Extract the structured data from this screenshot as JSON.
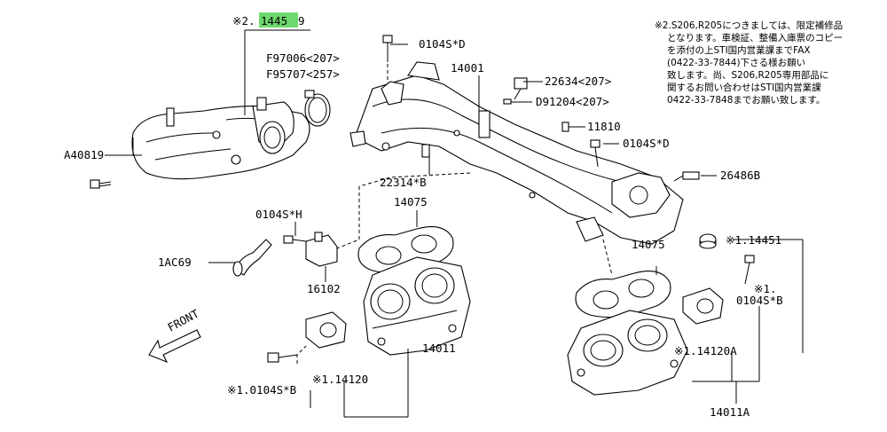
{
  "diagram": {
    "highlight_color": "#6dd86d",
    "note_lines": [
      "※2.S206,R205につきましては、限定補修品",
      "となります。車検証、整備入庫票のコピー",
      "を添付の上STI国内営業課までFAX",
      "(0422-33-7844)下さる様お願い",
      "致します。尚、S206,R205専用部品に",
      "関するお問い合わせはSTI国内営業課",
      "0422-33-7848までお願い致します。"
    ],
    "labels": {
      "p14459_prefix": "※2.",
      "p14459_highlight": "1445",
      "p14459_suffix": "9",
      "f97006": "F97006<207>",
      "f95707": "F95707<257>",
      "a40819": "A40819",
      "bolt_top": "0104S*D",
      "p14001": "14001",
      "p22634": "22634<207>",
      "d91204": "D91204<207>",
      "p11810": "11810",
      "bolt_mid": "0104S*D",
      "p26486": "26486B",
      "p22314": "22314*B",
      "p14075_left": "14075",
      "bolt_h": "0104S*H",
      "p1ac69": "1AC69",
      "p16102": "16102",
      "p14011": "14011",
      "p14120": "※1.14120",
      "bolt_b_left": "※1.0104S*B",
      "p14451": "※1.14451",
      "p14075_right": "14075",
      "star1": "※1.",
      "bolt_b_right": "0104S*B",
      "p14120a": "※1.14120A",
      "p14011a": "14011A",
      "front": "FRONT"
    }
  }
}
